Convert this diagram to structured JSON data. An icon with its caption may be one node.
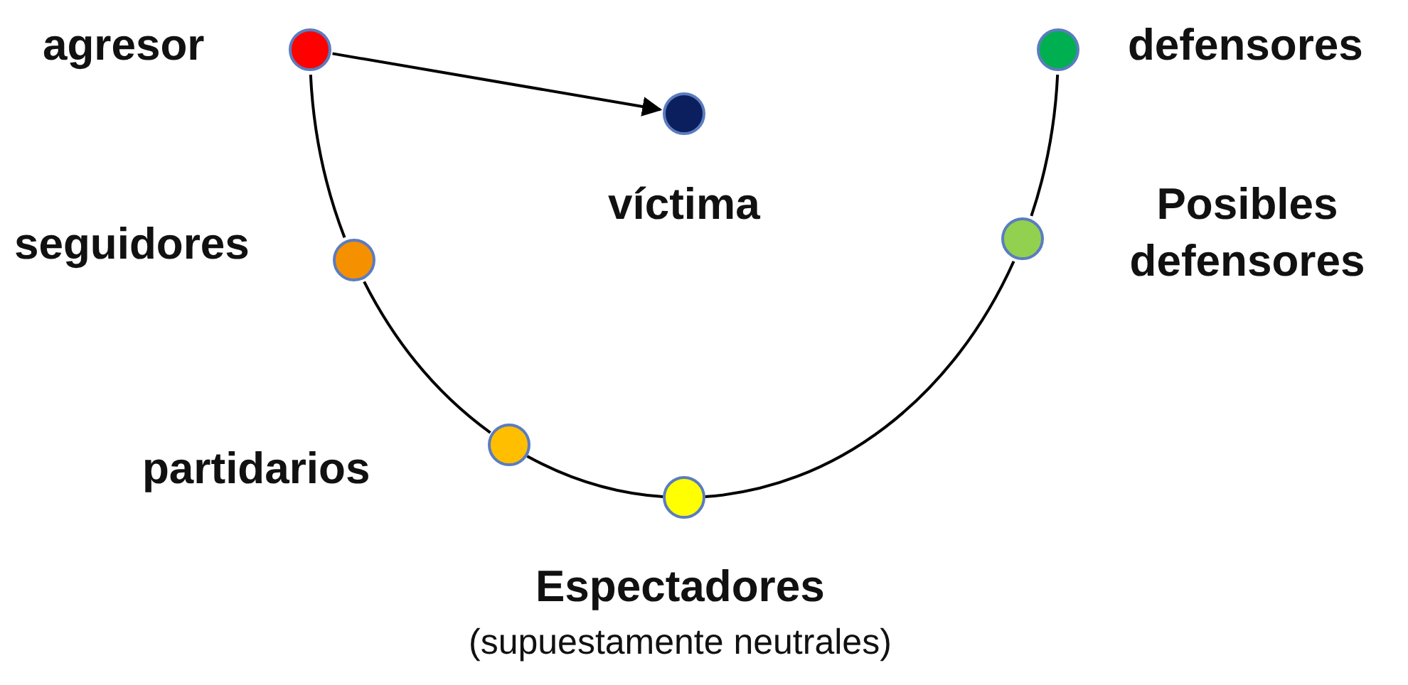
{
  "diagram": {
    "nodes": [
      {
        "text": [],
        "shape": "circle",
        "beside": [
          "agresor"
        ]
      },
      {
        "text": [],
        "shape": "circle",
        "beside": [
          "defensores"
        ]
      },
      {
        "text": [],
        "shape": "circle",
        "beside": [
          "víctima"
        ]
      },
      {
        "text": [],
        "shape": "circle",
        "beside": [
          "seguidores"
        ]
      },
      {
        "text": [],
        "shape": "circle",
        "beside": [
          "Posibles defensores"
        ]
      },
      {
        "text": [],
        "shape": "circle",
        "beside": [
          "partidarios"
        ]
      },
      {
        "text": [],
        "shape": "circle",
        "beside": [
          "Espectadores",
          "(supuestamente neutrales)"
        ]
      }
    ],
    "edges": [
      {
        "from": 0,
        "to": 2,
        "arrow": "to"
      },
      {
        "from": 0,
        "to": 3,
        "arrow": "none"
      },
      {
        "from": 3,
        "to": 5,
        "arrow": "none"
      },
      {
        "from": 5,
        "to": 6,
        "arrow": "none"
      },
      {
        "from": 6,
        "to": 4,
        "arrow": "none"
      },
      {
        "from": 4,
        "to": 1,
        "arrow": "none"
      }
    ]
  }
}
